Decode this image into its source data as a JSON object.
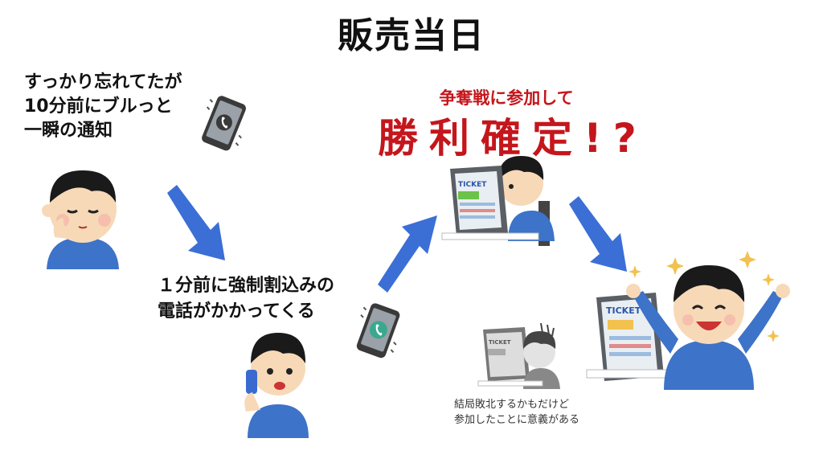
{
  "title": "販売当日",
  "caption1": {
    "lines": [
      "すっかり忘れてたが",
      "10分前にブルっと",
      "一瞬の通知"
    ]
  },
  "caption2": {
    "lines": [
      "１分前に強制割込みの",
      "電話がかかってくる"
    ]
  },
  "victory": {
    "subtitle": "争奪戦に参加して",
    "headline": "勝利確定!?"
  },
  "note": {
    "lines": [
      "結局敗北するかもだけど",
      "参加したことに意義がある"
    ]
  },
  "ticket": {
    "label": "TICKET"
  },
  "colors": {
    "arrow": "#3b6fd6",
    "accent_red": "#c4161c",
    "shirt": "#3d73c8",
    "hair": "#1a1a1a",
    "skin": "#f7d9b8",
    "laptop": "#5a5f66",
    "phone": "#3a3a3a",
    "phone_screen_1": "#9aa1a8",
    "phone_screen_2": "#3aa88f"
  }
}
